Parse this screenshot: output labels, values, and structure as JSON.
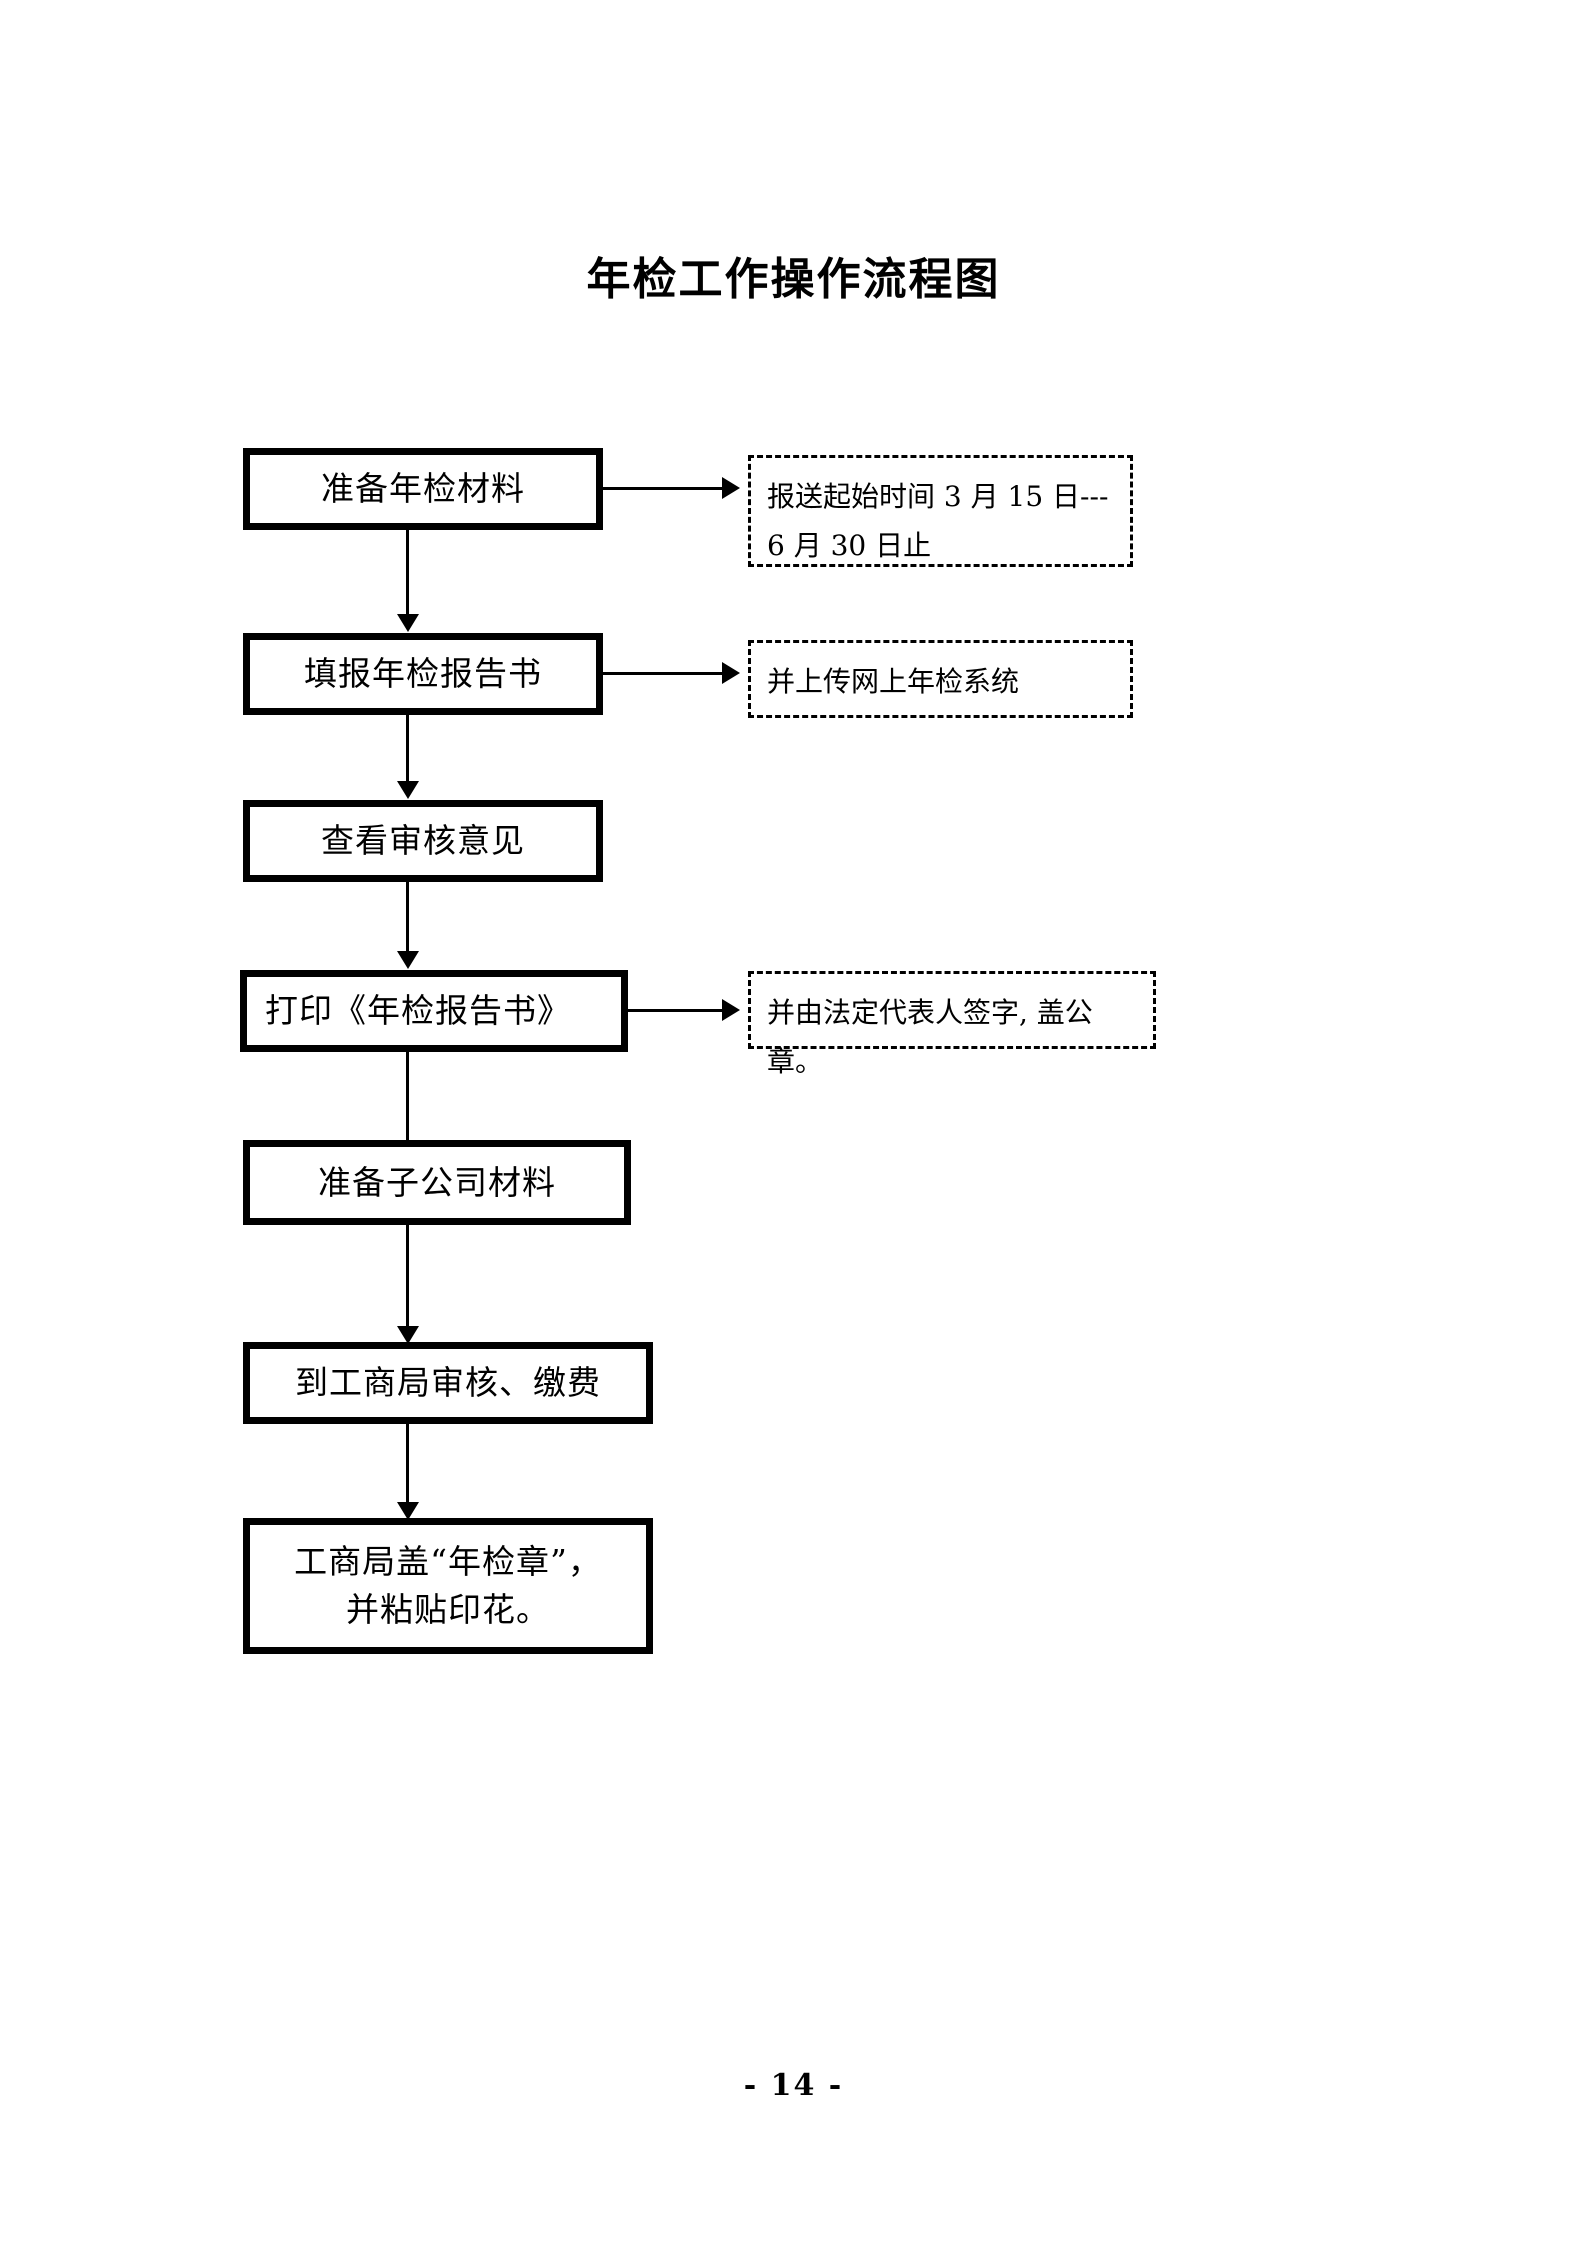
{
  "document": {
    "title": "年检工作操作流程图",
    "page_number": "- 14 -"
  },
  "diagram_data": {
    "type": "flowchart",
    "orientation": "vertical",
    "node_style": "solid-thick-rectangle",
    "note_style": "dashed-rectangle",
    "nodes": [
      {
        "id": "n1",
        "label": "准备年检材料"
      },
      {
        "id": "n2",
        "label": "填报年检报告书"
      },
      {
        "id": "n3",
        "label": "查看审核意见"
      },
      {
        "id": "n4",
        "label": "打印《年检报告书》"
      },
      {
        "id": "n5",
        "label": "准备子公司材料"
      },
      {
        "id": "n6",
        "label": "到工商局审核、缴费"
      },
      {
        "id": "n7",
        "label": "工商局盖“年检章”，\n并粘贴印花。"
      }
    ],
    "notes": [
      {
        "id": "note1",
        "attached_to": "n1",
        "label": "报送起始时间 3 月 15 日---6 月 30 日止"
      },
      {
        "id": "note2",
        "attached_to": "n2",
        "label": "并上传网上年检系统"
      },
      {
        "id": "note3",
        "attached_to": "n4",
        "label": "并由法定代表人签字, 盖公章。"
      }
    ],
    "edges": [
      {
        "from": "n1",
        "to": "n2",
        "direction": "down",
        "arrow": true
      },
      {
        "from": "n2",
        "to": "n3",
        "direction": "down",
        "arrow": true
      },
      {
        "from": "n3",
        "to": "n4",
        "direction": "down",
        "arrow": true
      },
      {
        "from": "n4",
        "to": "n5",
        "direction": "down",
        "arrow": true
      },
      {
        "from": "n5",
        "to": "n6",
        "direction": "down",
        "arrow": true
      },
      {
        "from": "n6",
        "to": "n7",
        "direction": "down",
        "arrow": true
      },
      {
        "from": "n1",
        "to": "note1",
        "direction": "right",
        "arrow": true
      },
      {
        "from": "n2",
        "to": "note2",
        "direction": "right",
        "arrow": true
      },
      {
        "from": "n4",
        "to": "note3",
        "direction": "right",
        "arrow": true
      }
    ],
    "colors": {
      "stroke": "#000000",
      "fill": "#ffffff",
      "text": "#000000"
    }
  }
}
